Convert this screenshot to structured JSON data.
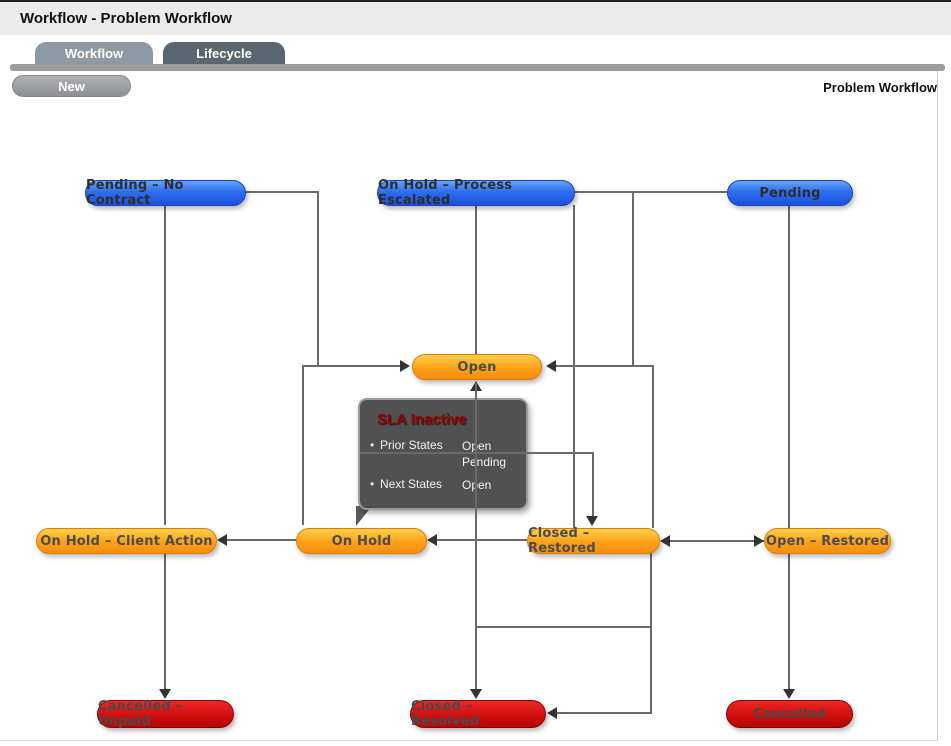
{
  "header": {
    "title": "Workflow - Problem Workflow"
  },
  "tabs": [
    {
      "label": "Workflow"
    },
    {
      "label": "Lifecycle"
    }
  ],
  "toolbar": {
    "new_label": "New",
    "context_label": "Problem Workflow"
  },
  "diagram": {
    "nodes": [
      {
        "id": "pending-no-contract",
        "label": "Pending – No Contract",
        "color": "blue"
      },
      {
        "id": "on-hold-process-escalated",
        "label": "On Hold – Process Escalated",
        "color": "blue"
      },
      {
        "id": "pending",
        "label": "Pending",
        "color": "blue"
      },
      {
        "id": "open",
        "label": "Open",
        "color": "orange"
      },
      {
        "id": "on-hold-client-action",
        "label": "On Hold – Client Action",
        "color": "orange"
      },
      {
        "id": "on-hold",
        "label": "On Hold",
        "color": "orange"
      },
      {
        "id": "closed-restored",
        "label": "Closed – Restored",
        "color": "orange"
      },
      {
        "id": "open-restored",
        "label": "Open – Restored",
        "color": "orange"
      },
      {
        "id": "cancelled-unpaid",
        "label": "Cancelled – Unpaid",
        "color": "red"
      },
      {
        "id": "closed-resolved",
        "label": "Closed – Resolved",
        "color": "red"
      },
      {
        "id": "cancelled",
        "label": "Cancelled",
        "color": "red"
      }
    ],
    "tooltip": {
      "title": "SLA Inactive",
      "bullet": "•",
      "rows": [
        {
          "label": "Prior States",
          "values": [
            "Open",
            "Pending"
          ]
        },
        {
          "label": "Next States",
          "values": [
            "Open"
          ]
        }
      ]
    },
    "colors": {
      "blue": "#2e6ef0",
      "orange": "#f79010",
      "red": "#c00e0e",
      "line": "#6a6a6a",
      "tab_active": "#5a6770",
      "tab_inactive": "#8d99a3"
    }
  }
}
